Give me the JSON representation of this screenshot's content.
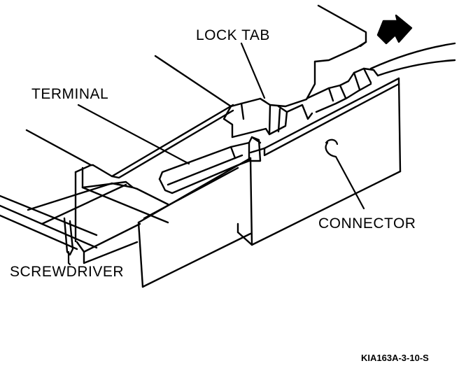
{
  "labels": {
    "lock_tab": "LOCK TAB",
    "terminal": "TERMINAL",
    "connector": "CONNECTOR",
    "screwdriver": "SCREWDRIVER"
  },
  "figure_code": "KIA163A-3-10-S",
  "colors": {
    "ink": "#000000",
    "paper": "#ffffff",
    "shade": "#9a9a9a"
  }
}
